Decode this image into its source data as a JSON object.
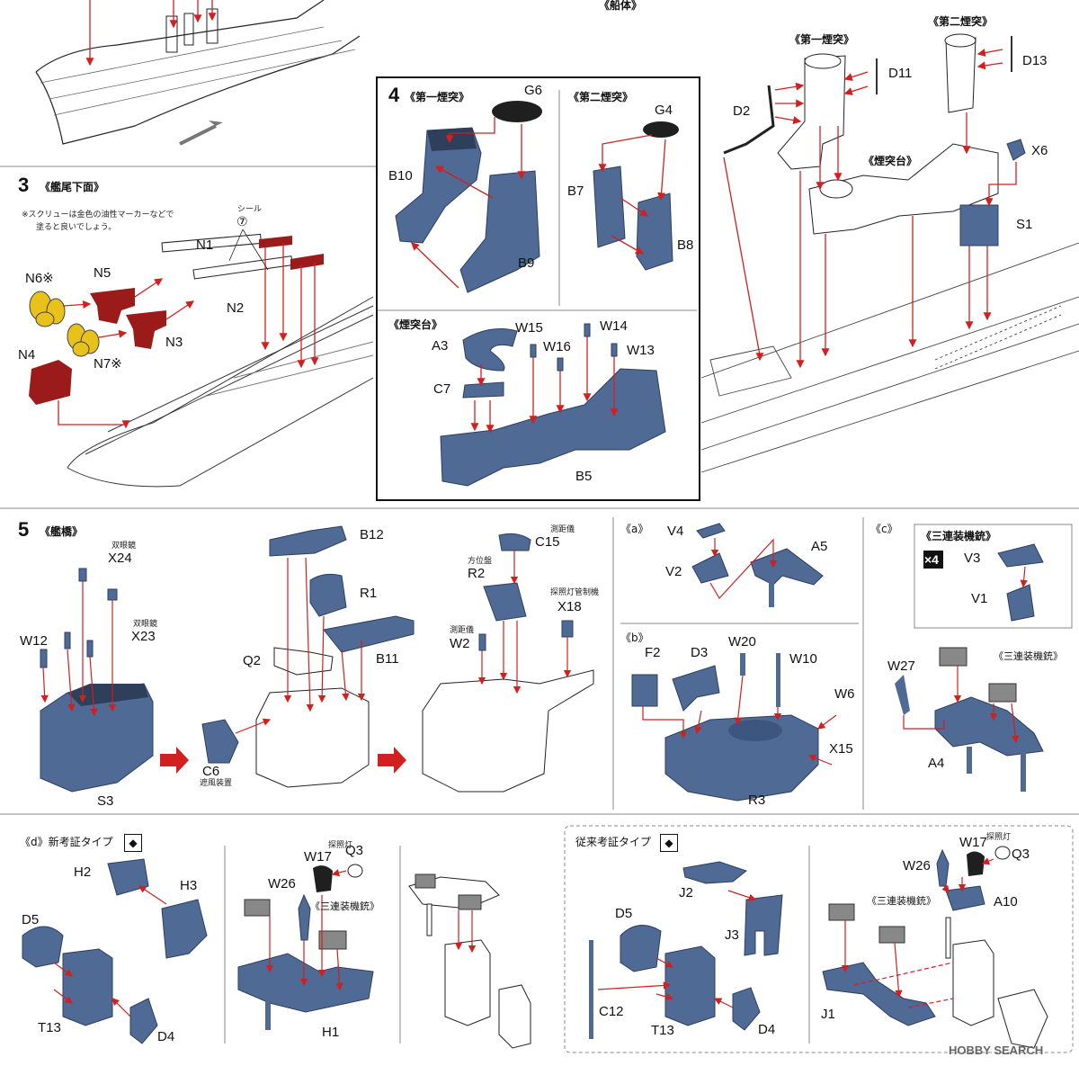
{
  "colors": {
    "part": "#4f6a94",
    "part_dark": "#2e3f5c",
    "red_part": "#9b1b1b",
    "yellow_part": "#e8c21a",
    "arrow": "#d21f1f",
    "line": "#222222"
  },
  "top": {
    "hull_label": "《船体》",
    "funnel1_label": "《第一煙突》",
    "funnel2_label": "《第二煙突》",
    "funnel_base_label": "《煙突台》",
    "parts": {
      "D11": "D11",
      "D13": "D13",
      "D2": "D2",
      "X6": "X6",
      "S1": "S1"
    }
  },
  "step3": {
    "number": "3",
    "title": "《艦尾下面》",
    "note_line1": "※スクリューは金色の油性マーカーなどで",
    "note_line2": "塗ると良いでしょう。",
    "seal_label": "シール",
    "seal_num": "⑦",
    "parts": {
      "N1": "N1",
      "N2": "N2",
      "N3": "N3",
      "N4": "N4",
      "N5": "N5",
      "N6": "N6※",
      "N7": "N7※"
    }
  },
  "step4": {
    "number": "4",
    "funnel1_title": "《第一煙突》",
    "funnel2_title": "《第二煙突》",
    "base_title": "《煙突台》",
    "parts": {
      "G6": "G6",
      "B10": "B10",
      "B9": "B9",
      "G4": "G4",
      "B7": "B7",
      "B8": "B8",
      "A3": "A3",
      "W15": "W15",
      "W16": "W16",
      "W14": "W14",
      "W13": "W13",
      "C7": "C7",
      "B5": "B5"
    }
  },
  "step5": {
    "number": "5",
    "title": "《艦橋》",
    "binocular1": "双眼鏡",
    "binocular2": "双眼鏡",
    "rangefinder": "測距儀",
    "director": "方位盤",
    "searchlight_ctrl": "探照灯管制機",
    "rangefinder2": "測距儀",
    "windscreen": "遮風装置",
    "parts": {
      "X24": "X24",
      "X23": "X23",
      "W12": "W12",
      "S3": "S3",
      "B12": "B12",
      "R1": "R1",
      "Q2": "Q2",
      "B11": "B11",
      "C6": "C6",
      "C15": "C15",
      "R2": "R2",
      "X18": "X18",
      "W2": "W2"
    }
  },
  "subA": {
    "label": "《a》",
    "parts": {
      "V4": "V4",
      "V2": "V2",
      "A5": "A5"
    }
  },
  "subB": {
    "label": "《b》",
    "parts": {
      "F2": "F2",
      "D3": "D3",
      "W20": "W20",
      "W10": "W10",
      "W6": "W6",
      "X15": "X15",
      "R3": "R3"
    }
  },
  "subC": {
    "label": "《c》",
    "box_title": "《三連装機銃》",
    "count": "×4",
    "aa_label": "《三連装機銃》",
    "parts": {
      "V3": "V3",
      "V1": "V1",
      "W27": "W27",
      "A4": "A4"
    }
  },
  "subD": {
    "label": "《d》新考証タイプ",
    "searchlight": "探照灯",
    "aa_label": "《三連装機銃》",
    "parts": {
      "H2": "H2",
      "H3": "H3",
      "D5": "D5",
      "T13": "T13",
      "D4": "D4",
      "W17": "W17",
      "Q3": "Q3",
      "W26": "W26",
      "H1": "H1"
    }
  },
  "subE": {
    "label": "従来考証タイプ",
    "searchlight": "探照灯",
    "aa_label": "《三連装機銃》",
    "parts": {
      "J2": "J2",
      "J3": "J3",
      "D5": "D5",
      "C12": "C12",
      "T13": "T13",
      "D4": "D4",
      "W17": "W17",
      "Q3": "Q3",
      "W26": "W26",
      "A10": "A10",
      "J1": "J1"
    }
  },
  "watermark": "HOBBY SEARCH"
}
